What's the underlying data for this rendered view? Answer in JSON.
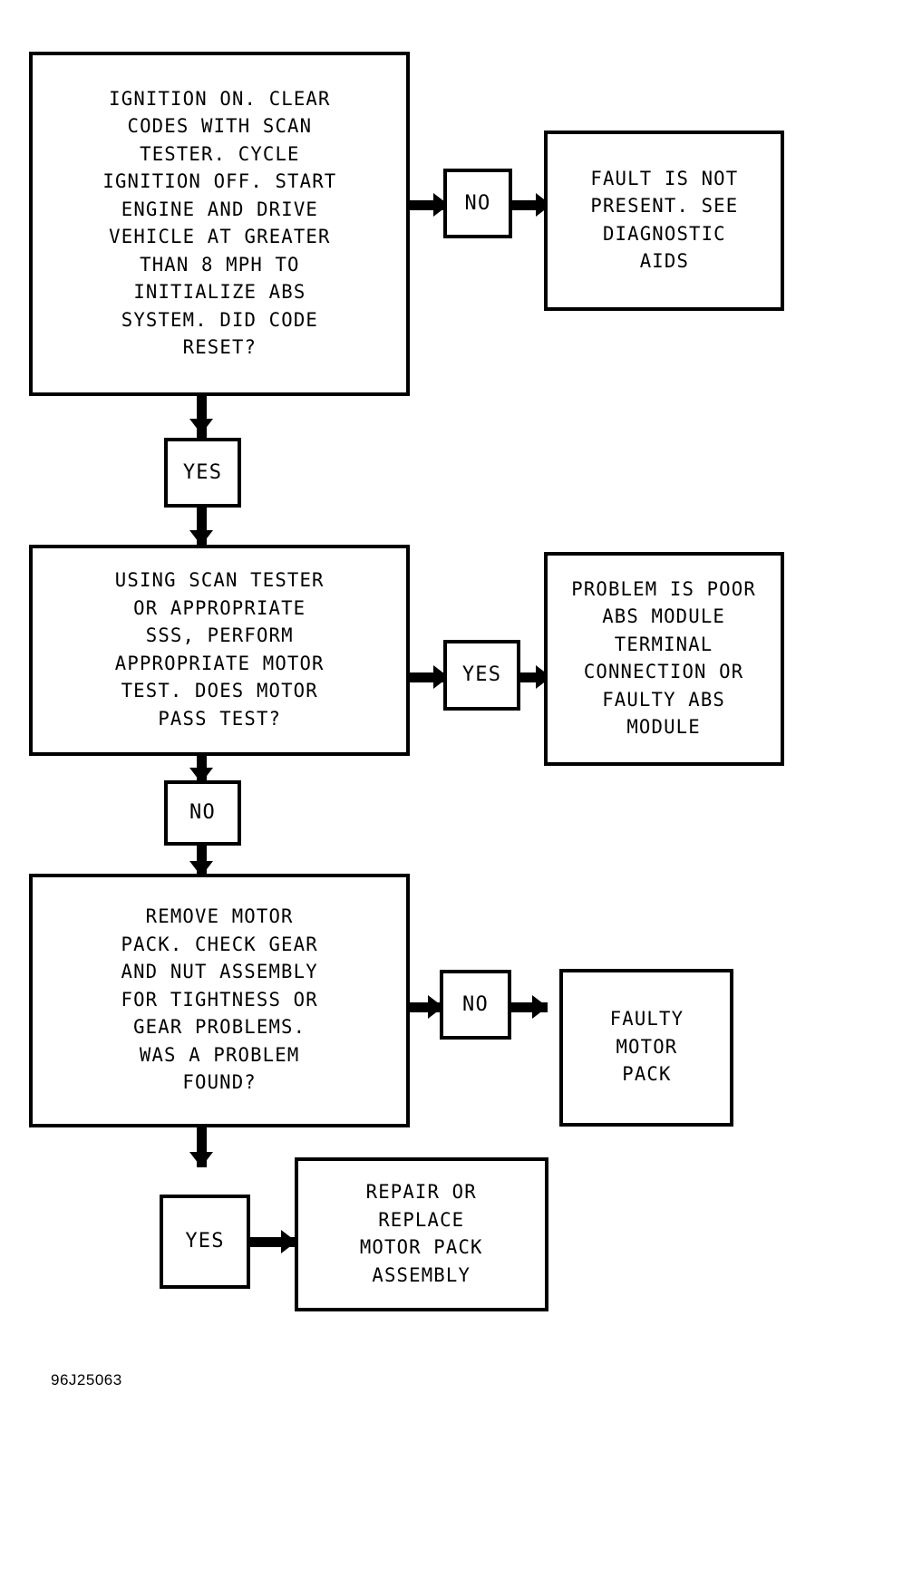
{
  "diagram": {
    "title_code": "96J25063",
    "nodes": {
      "step1": "IGNITION ON. CLEAR\nCODES WITH SCAN\nTESTER. CYCLE\nIGNITION OFF. START\nENGINE AND DRIVE\nVEHICLE AT GREATER\nTHAN 8 MPH TO\nINITIALIZE ABS\nSYSTEM. DID CODE\nRESET?",
      "result1": "FAULT IS NOT\nPRESENT. SEE\nDIAGNOSTIC\nAIDS",
      "step2": "USING SCAN TESTER\nOR APPROPRIATE\nSSS, PERFORM\nAPPROPRIATE MOTOR\nTEST. DOES MOTOR\nPASS TEST?",
      "result2": "PROBLEM IS POOR\nABS MODULE\nTERMINAL\nCONNECTION OR\nFAULTY ABS\nMODULE",
      "step3": "REMOVE MOTOR\nPACK. CHECK GEAR\nAND NUT ASSEMBLY\nFOR TIGHTNESS OR\nGEAR PROBLEMS.\nWAS A PROBLEM\nFOUND?",
      "result3": "FAULTY\nMOTOR\nPACK",
      "result4": "REPAIR OR\nREPLACE\nMOTOR PACK\nASSEMBLY"
    },
    "connectors": {
      "no1": "NO",
      "yes1": "YES",
      "yes2": "YES",
      "no2": "NO",
      "no3": "NO",
      "yes3": "YES"
    },
    "colors": {
      "ink": "#000000",
      "paper": "#ffffff"
    }
  }
}
